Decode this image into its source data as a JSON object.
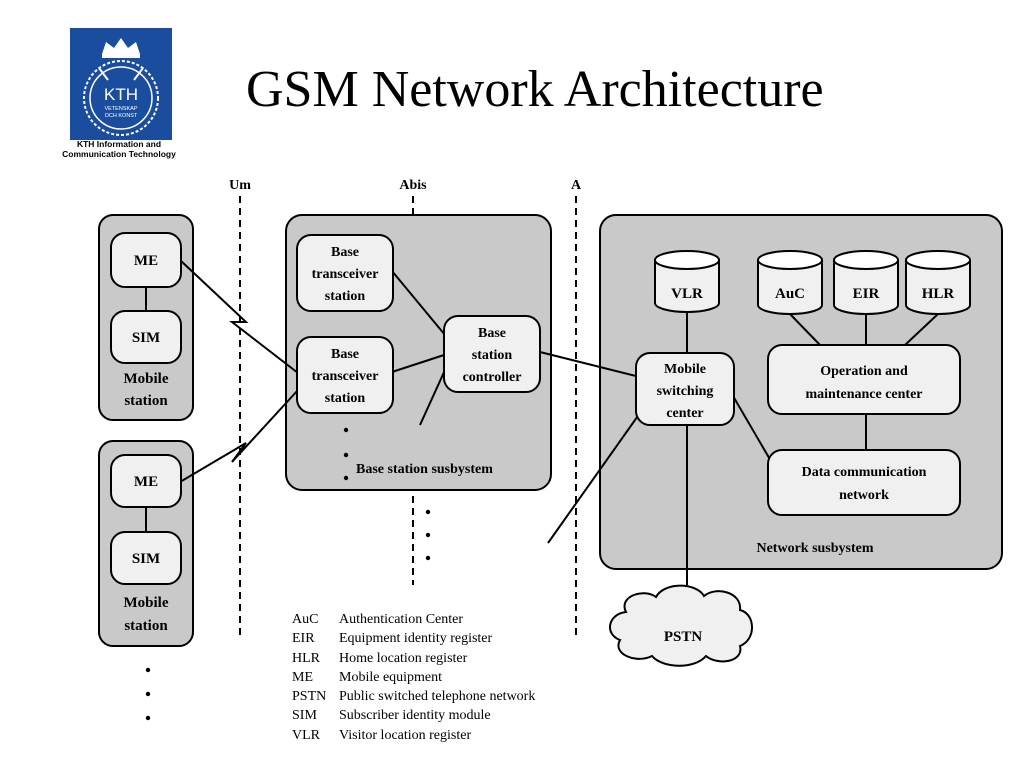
{
  "title": "GSM Network Architecture",
  "logo": {
    "text": "KTH",
    "motto_line1": "VETENSKAP",
    "motto_line2": "OCH KONST",
    "caption_line1": "KTH Information and",
    "caption_line2": "Communication Technology",
    "colors": {
      "background": "#1a4d9e",
      "foreground": "#ffffff"
    }
  },
  "interfaces": [
    "Um",
    "Abis",
    "A"
  ],
  "mobile_stations": [
    {
      "me": "ME",
      "sim": "SIM",
      "label_line1": "Mobile",
      "label_line2": "station"
    },
    {
      "me": "ME",
      "sim": "SIM",
      "label_line1": "Mobile",
      "label_line2": "station"
    }
  ],
  "base_station_subsystem": {
    "label": "Base station susbystem",
    "bts": [
      {
        "line1": "Base",
        "line2": "transceiver",
        "line3": "station"
      },
      {
        "line1": "Base",
        "line2": "transceiver",
        "line3": "station"
      }
    ],
    "bsc": {
      "line1": "Base",
      "line2": "station",
      "line3": "controller"
    }
  },
  "network_subsystem": {
    "label": "Network susbystem",
    "databases": {
      "vlr": "VLR",
      "auc": "AuC",
      "eir": "EIR",
      "hlr": "HLR"
    },
    "msc": {
      "line1": "Mobile",
      "line2": "switching",
      "line3": "center"
    },
    "omc": {
      "line1": "Operation and",
      "line2": "maintenance center"
    },
    "dcn": {
      "line1": "Data communication",
      "line2": "network"
    }
  },
  "pstn": "PSTN",
  "legend": [
    {
      "abbr": "AuC",
      "text": "Authentication Center"
    },
    {
      "abbr": "EIR",
      "text": "Equipment identity register"
    },
    {
      "abbr": "HLR",
      "text": "Home location register"
    },
    {
      "abbr": "ME",
      "text": "Mobile equipment"
    },
    {
      "abbr": "PSTN",
      "text": "Public switched telephone network"
    },
    {
      "abbr": "SIM",
      "text": "Subscriber identity module"
    },
    {
      "abbr": "VLR",
      "text": "Visitor location register"
    }
  ],
  "colors": {
    "group_fill": "#c9c9c9",
    "node_fill": "#f0f0f0",
    "stroke": "#000000"
  }
}
